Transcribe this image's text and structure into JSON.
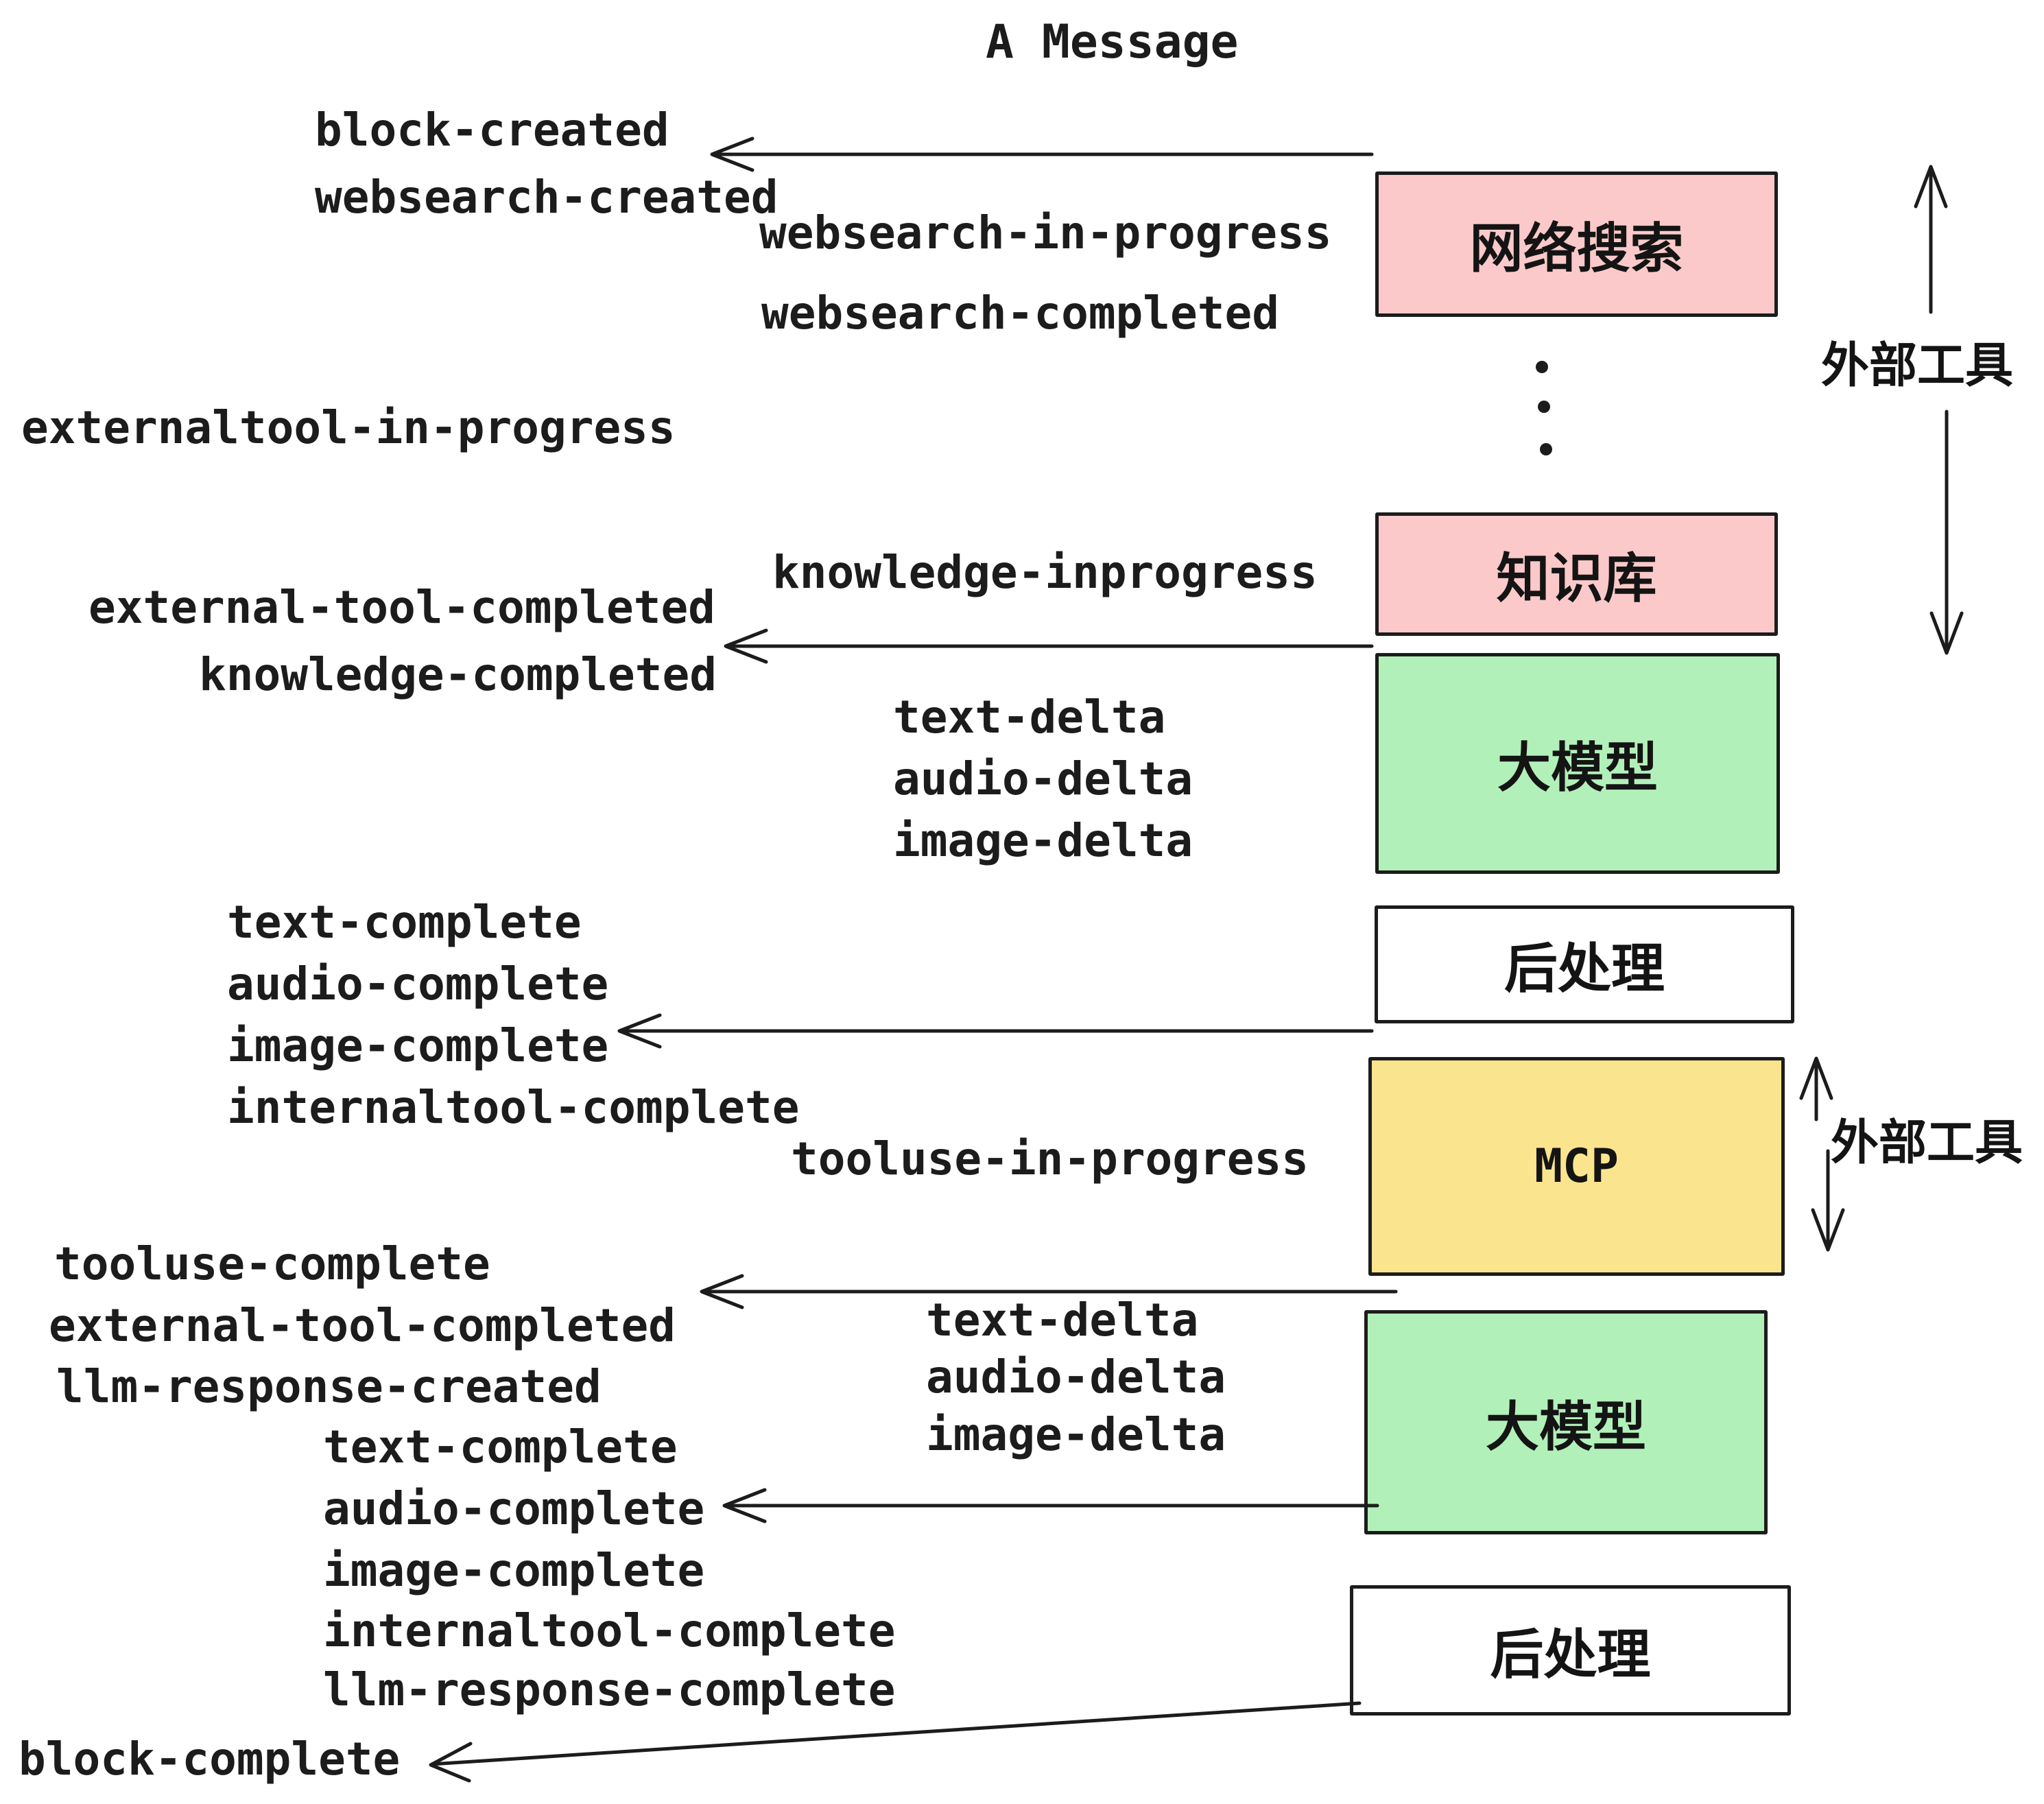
{
  "title": "A Message",
  "events": {
    "block_created": "block-created",
    "websearch_created": "websearch-created",
    "websearch_in_progress": "websearch-in-progress",
    "websearch_completed": "websearch-completed",
    "externaltool_in_progress": "externaltool-in-progress",
    "knowledge_inprogress": "knowledge-inprogress",
    "external_tool_completed": "external-tool-completed",
    "knowledge_completed": "knowledge-completed",
    "text_delta": "text-delta",
    "audio_delta": "audio-delta",
    "image_delta": "image-delta",
    "text_complete": "text-complete",
    "audio_complete": "audio-complete",
    "image_complete": "image-complete",
    "internaltool_complete": "internaltool-complete",
    "tooluse_in_progress": "tooluse-in-progress",
    "tooluse_complete": "tooluse-complete",
    "llm_response_created": "llm-response-created",
    "llm_response_complete": "llm-response-complete",
    "block_complete": "block-complete"
  },
  "boxes": {
    "websearch": "网络搜索",
    "knowledge": "知识库",
    "llm": "大模型",
    "post": "后处理",
    "mcp": "MCP"
  },
  "side_labels": {
    "external_tools": "外部工具"
  },
  "colors": {
    "pink": "#fbc9c9",
    "green": "#b2f0b9",
    "yellow": "#fae48e",
    "ink": "#1c1c1c",
    "background": "#ffffff"
  }
}
